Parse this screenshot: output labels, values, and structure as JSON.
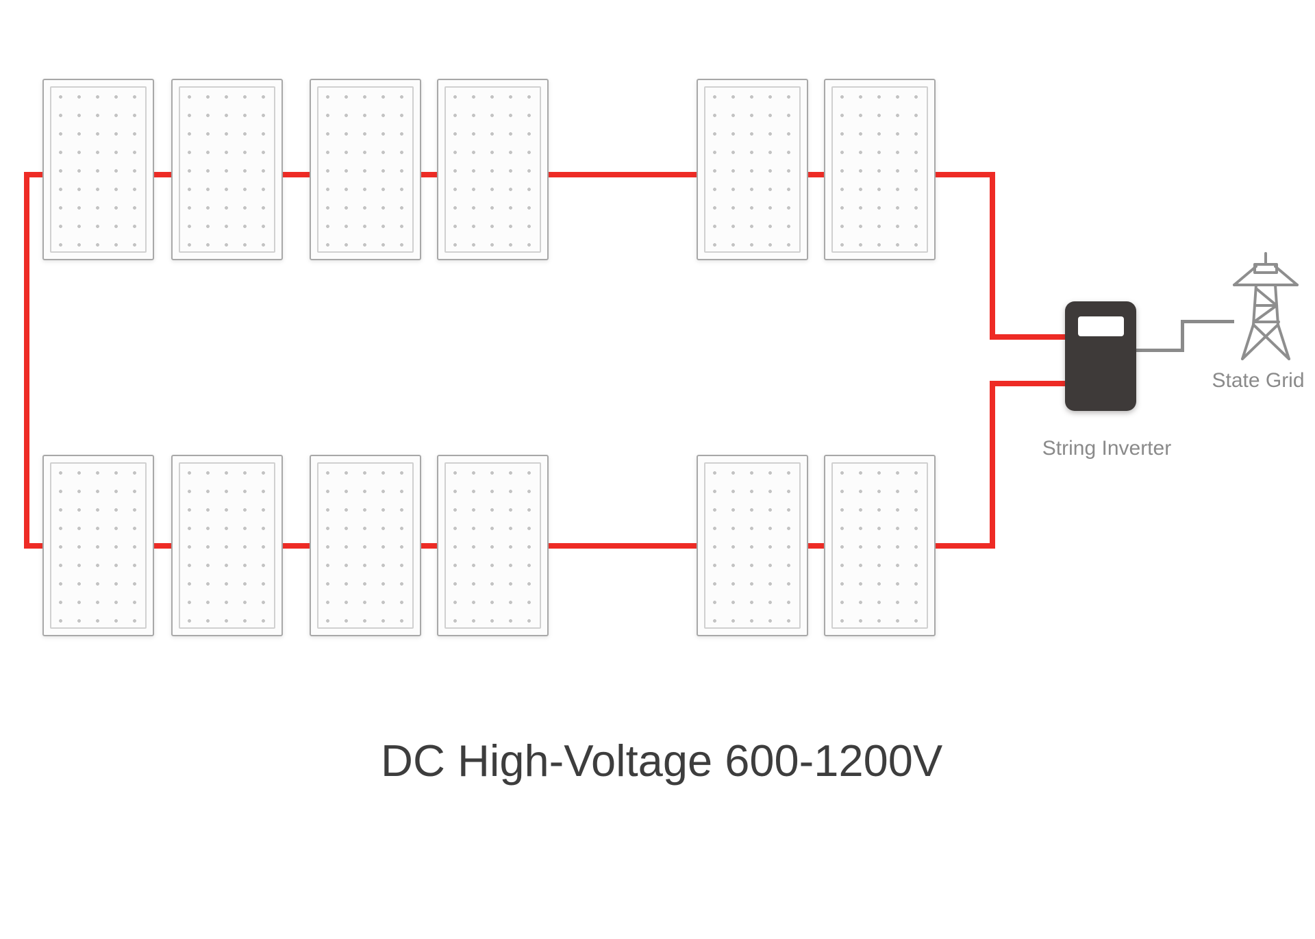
{
  "background": "#ffffff",
  "title": {
    "text": "DC High-Voltage 600-1200V",
    "color": "#3d3d3d"
  },
  "pv": {
    "strings": [
      {
        "name": "top-string",
        "panel_count": 6
      },
      {
        "name": "bottom-string",
        "panel_count": 6
      }
    ],
    "panel_style": {
      "fill": "#fcfcfc",
      "border": "#a8a8a8",
      "inner_border": "#d0d0d0",
      "cell_dot": "#c3c3c3"
    }
  },
  "inverter": {
    "label": "String Inverter",
    "body_color": "#3e3a39",
    "screen_color": "#ffffff"
  },
  "grid": {
    "label": "State Grid",
    "icon": "transmission-tower-icon",
    "icon_color": "#8e8e8e"
  },
  "wires": {
    "dc_color": "#ee2b25",
    "ac_color": "#8a8a8a"
  },
  "label_color": "#8a8a8a"
}
